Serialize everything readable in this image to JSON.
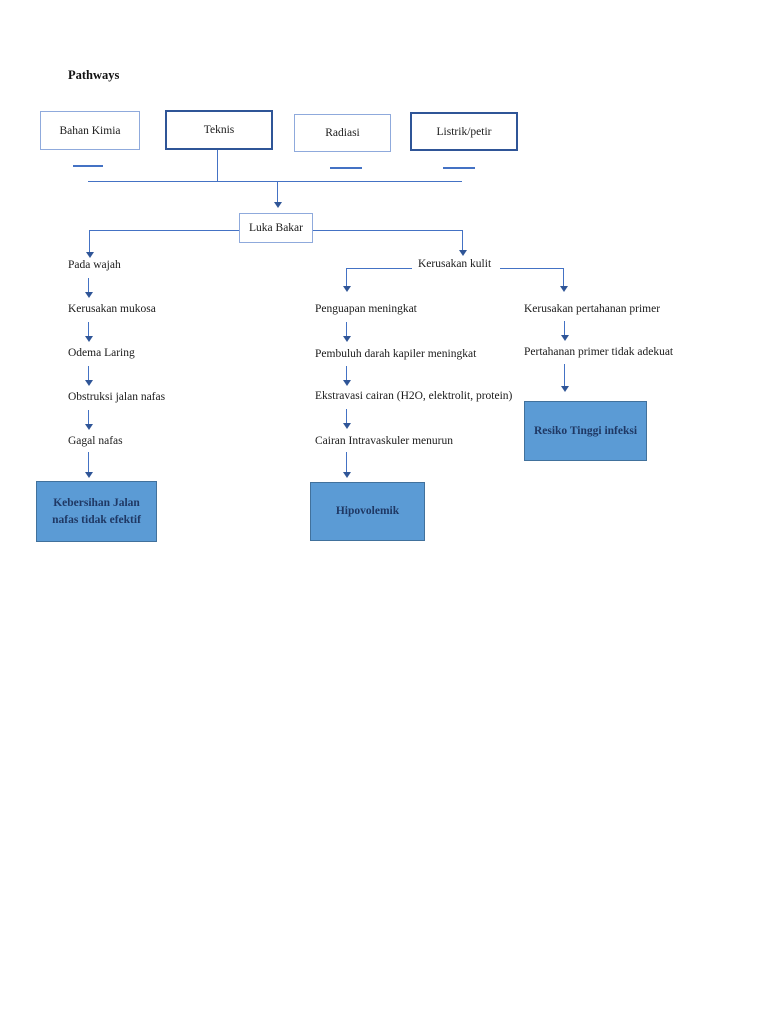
{
  "title": "Pathways",
  "causes": [
    {
      "label": "Bahan Kimia"
    },
    {
      "label": "Teknis"
    },
    {
      "label": "Radiasi"
    },
    {
      "label": "Listrik/petir"
    }
  ],
  "root": {
    "label": "Luka Bakar"
  },
  "airway_branch": {
    "steps": [
      "Pada wajah",
      "Kerusakan mukosa",
      "Odema Laring",
      "Obstruksi jalan nafas",
      "Gagal nafas"
    ],
    "outcome": "Kebersihan Jalan nafas tidak efektif"
  },
  "skin_branch": {
    "label": "Kerusakan kulit",
    "fluid_path": {
      "steps": [
        "Penguapan meningkat",
        "Pembuluh darah kapiler meningkat",
        "Ekstravasi cairan (H2O, elektrolit, protein)",
        "Cairan Intravaskuler menurun"
      ],
      "outcome": "Hipovolemik"
    },
    "infection_path": {
      "steps": [
        "Kerusakan pertahanan primer",
        "Pertahanan primer tidak adekuat"
      ],
      "outcome": "Resiko Tinggi infeksi"
    }
  },
  "colors": {
    "line": "#4472C4",
    "arrowhead": "#2F5597",
    "outcome_fill": "#5B9BD5",
    "outcome_border": "#41719C",
    "outcome_text": "#1F3864",
    "box_border_light": "#8FAADC",
    "box_border_dark": "#2F5597"
  }
}
